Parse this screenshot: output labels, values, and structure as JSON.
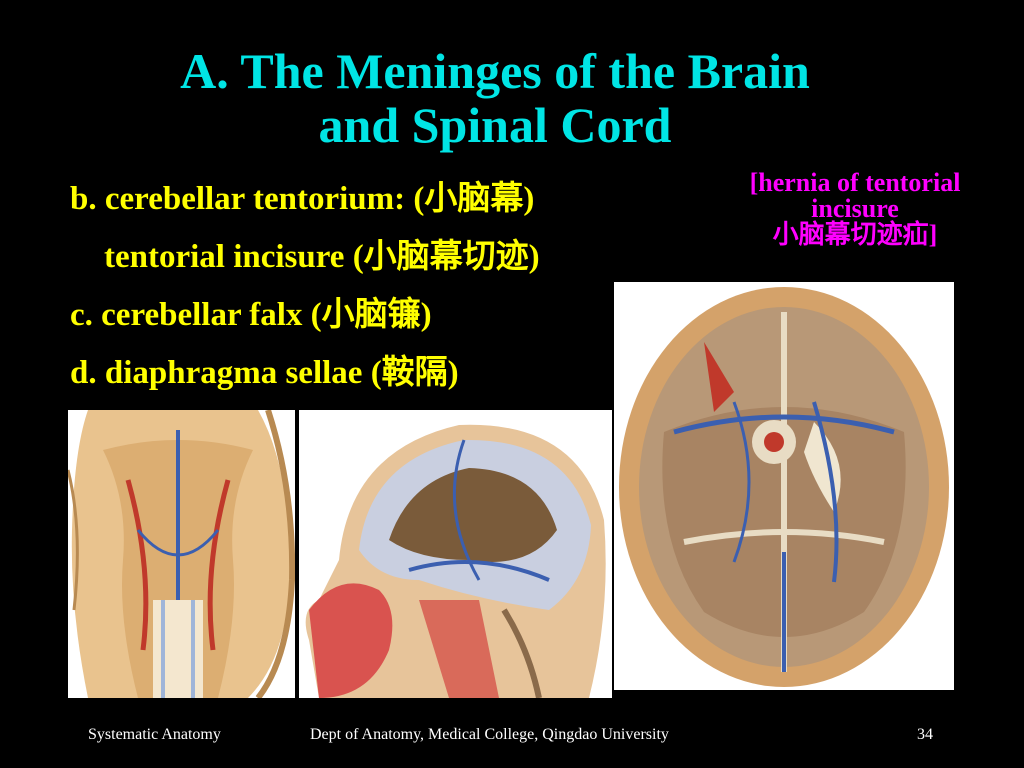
{
  "slide": {
    "title_line1": "A. The Meninges of the Brain",
    "title_line2": "and Spinal Cord",
    "item_b": "b. cerebellar tentorium: (小脑幕)",
    "item_b_sub": "tentorial incisure (小脑幕切迹)",
    "item_c": "c. cerebellar falx (小脑镰)",
    "item_d": "d. diaphragma sellae (鞍隔)",
    "note_line1": "[hernia of tentorial",
    "note_line2": "incisure",
    "note_line3": "小脑幕切迹疝]"
  },
  "images": [
    {
      "name": "axial-brain-dissection-illustration"
    },
    {
      "name": "sagittal-head-section-illustration"
    },
    {
      "name": "cranial-base-dura-illustration"
    }
  ],
  "footer": {
    "left": "Systematic Anatomy",
    "center": "Dept of Anatomy, Medical College, Qingdao University",
    "page": "34"
  },
  "colors": {
    "background": "#000000",
    "title": "#00e5e5",
    "body_text": "#ffff00",
    "note": "#ff00ff",
    "footer": "#ffffff"
  }
}
